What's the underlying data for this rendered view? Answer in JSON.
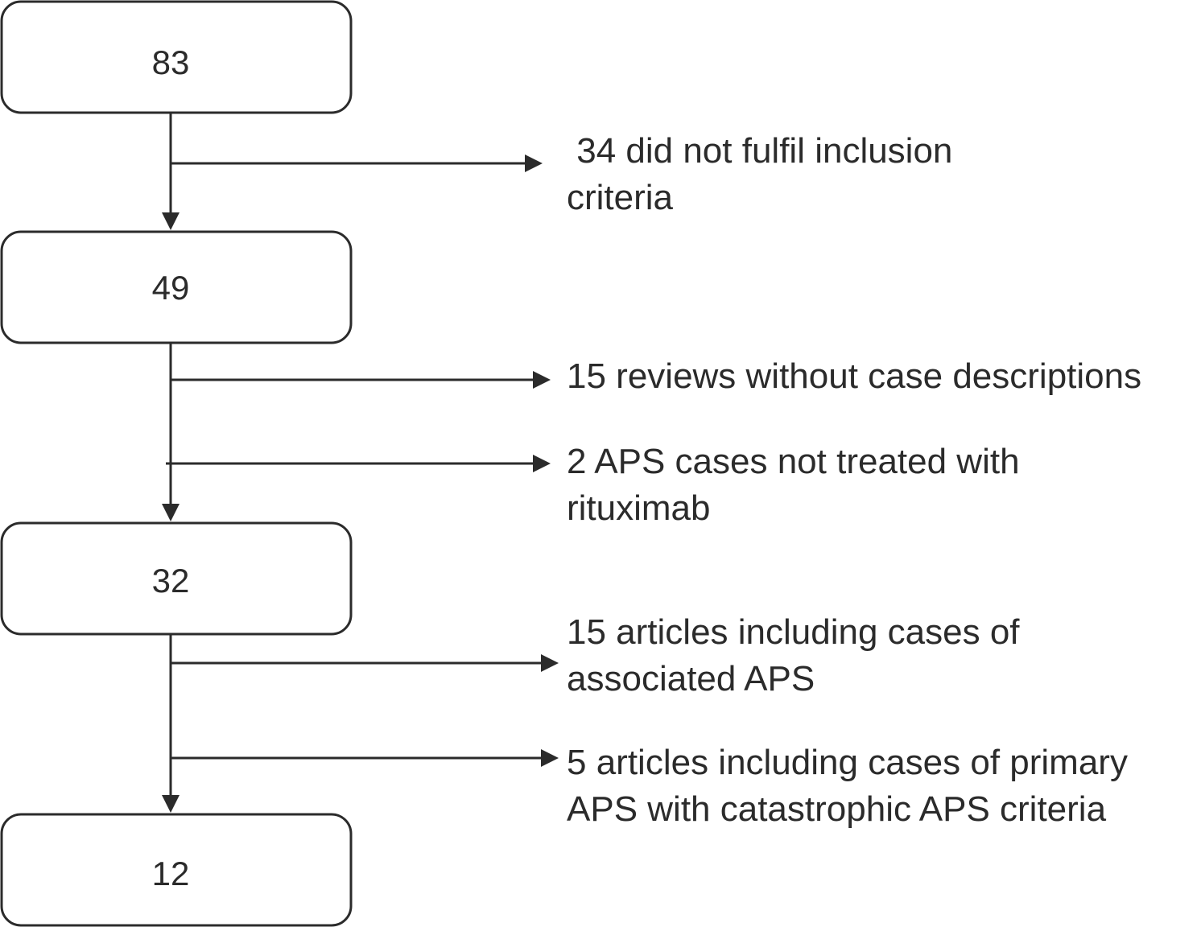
{
  "flowchart": {
    "nodes": [
      {
        "id": "n1",
        "label": "83"
      },
      {
        "id": "n2",
        "label": "49"
      },
      {
        "id": "n3",
        "label": "32"
      },
      {
        "id": "n4",
        "label": "12"
      }
    ],
    "exclusions": [
      {
        "id": "e1",
        "lines": [
          " 34 did not fulfil inclusion",
          "criteria"
        ]
      },
      {
        "id": "e2",
        "lines": [
          "15 reviews without case descriptions"
        ]
      },
      {
        "id": "e3",
        "lines": [
          "2 APS cases not treated with",
          "rituximab"
        ]
      },
      {
        "id": "e4",
        "lines": [
          "15 articles including cases of",
          "associated APS"
        ]
      },
      {
        "id": "e5",
        "lines": [
          "5 articles including cases of primary",
          "APS with catastrophic APS criteria"
        ]
      }
    ],
    "colors": {
      "stroke": "#2b2b2b",
      "text": "#2b2b2b",
      "background": "#ffffff"
    }
  }
}
